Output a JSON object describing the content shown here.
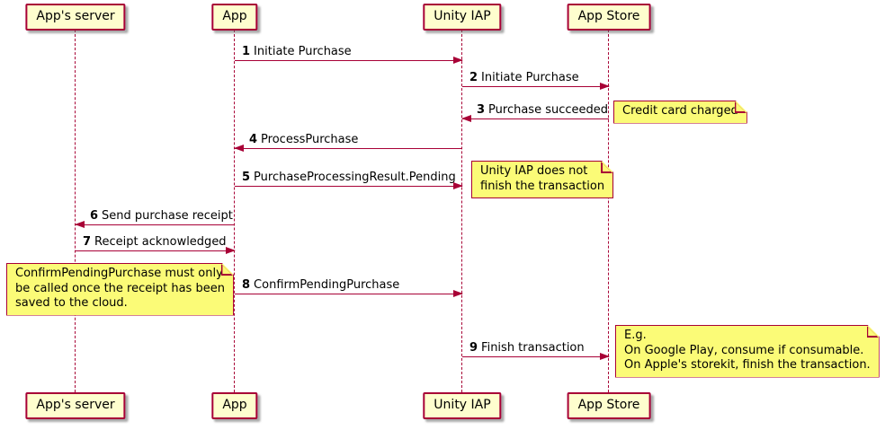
{
  "diagram": {
    "type": "uml-sequence",
    "colors": {
      "accent": "#A80036",
      "participant_fill": "#FEFECE",
      "note_fill": "#FBFB77",
      "background": "#FFFFFF",
      "text": "#000000"
    },
    "participants": [
      {
        "label": "App's server"
      },
      {
        "label": "App"
      },
      {
        "label": "Unity IAP"
      },
      {
        "label": "App Store"
      }
    ],
    "messages": [
      {
        "num": "1",
        "label": "Initiate Purchase",
        "from": "App",
        "to": "Unity IAP"
      },
      {
        "num": "2",
        "label": "Initiate Purchase",
        "from": "Unity IAP",
        "to": "App Store"
      },
      {
        "num": "3",
        "label": "Purchase succeeded",
        "from": "App Store",
        "to": "Unity IAP"
      },
      {
        "num": "4",
        "label": "ProcessPurchase",
        "from": "Unity IAP",
        "to": "App"
      },
      {
        "num": "5",
        "label": "PurchaseProcessingResult.Pending",
        "from": "App",
        "to": "Unity IAP"
      },
      {
        "num": "6",
        "label": "Send purchase receipt",
        "from": "App",
        "to": "App's server"
      },
      {
        "num": "7",
        "label": "Receipt acknowledged",
        "from": "App's server",
        "to": "App"
      },
      {
        "num": "8",
        "label": "ConfirmPendingPurchase",
        "from": "App",
        "to": "Unity IAP"
      },
      {
        "num": "9",
        "label": "Finish transaction",
        "from": "Unity IAP",
        "to": "App Store"
      }
    ],
    "notes": [
      {
        "text": "Credit card charged"
      },
      {
        "text": "Unity IAP does not\nfinish the transaction"
      },
      {
        "text": "ConfirmPendingPurchase must only\nbe called once the receipt has been\nsaved to the cloud."
      },
      {
        "text": "E.g.\nOn Google Play, consume if consumable.\nOn Apple's storekit, finish the transaction."
      }
    ]
  }
}
